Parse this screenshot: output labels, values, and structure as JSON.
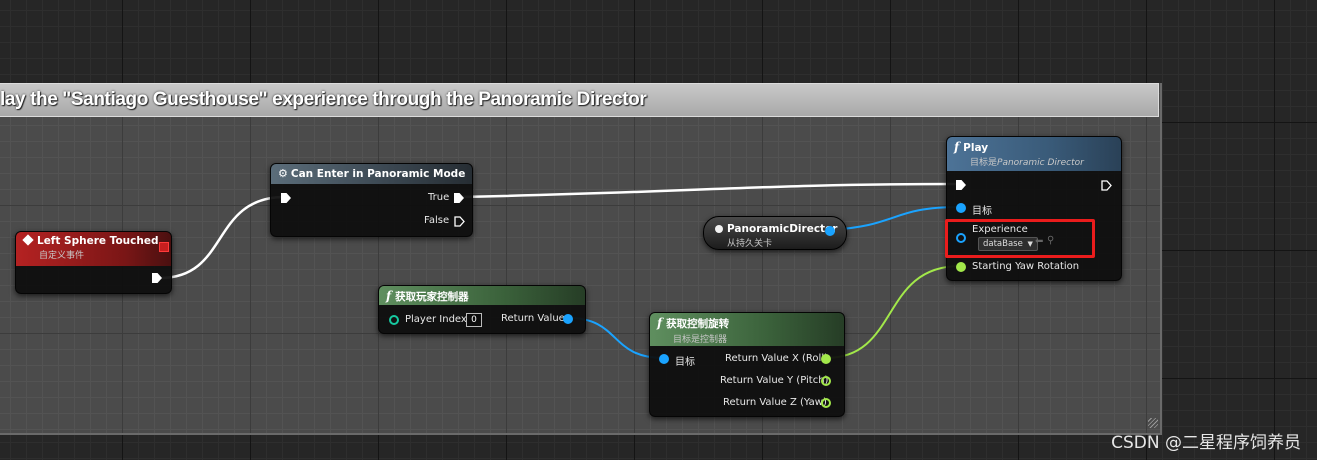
{
  "comment": {
    "title": "lay the \"Santiago Guesthouse\" experience through the Panoramic Director"
  },
  "nodes": {
    "event": {
      "title": "Left Sphere Touched",
      "subtitle": "自定义事件"
    },
    "branch": {
      "title": "Can Enter in Panoramic Mode",
      "true_label": "True",
      "false_label": "False"
    },
    "director": {
      "title": "PanoramicDirector",
      "subtitle": "从持久关卡"
    },
    "play": {
      "title": "Play",
      "subtitle_prefix": "目标是",
      "subtitle_target": "Panoramic Director",
      "target_label": "目标",
      "experience_label": "Experience",
      "experience_value": "dataBase",
      "yaw_label": "Starting Yaw Rotation"
    },
    "get_player": {
      "title": "获取玩家控制器",
      "player_index_label": "Player Index",
      "player_index_value": "0",
      "return_label": "Return Value"
    },
    "get_rotation": {
      "title": "获取控制旋转",
      "subtitle": "目标是控制器",
      "target_label": "目标",
      "x_label": "Return Value X (Roll)",
      "y_label": "Return Value Y (Pitch)",
      "z_label": "Return Value Z (Yaw)"
    }
  },
  "watermark": "CSDN @二星程序饲养员",
  "colors": {
    "event_header": "#8a1c1c",
    "pure_header": "#3b6a3b",
    "play_header": "#3d5f7e",
    "object_pin": "#1aa3ff",
    "float_pin": "#a2e84a",
    "int_pin": "#16c9a0",
    "highlight": "#ea1c1c"
  }
}
